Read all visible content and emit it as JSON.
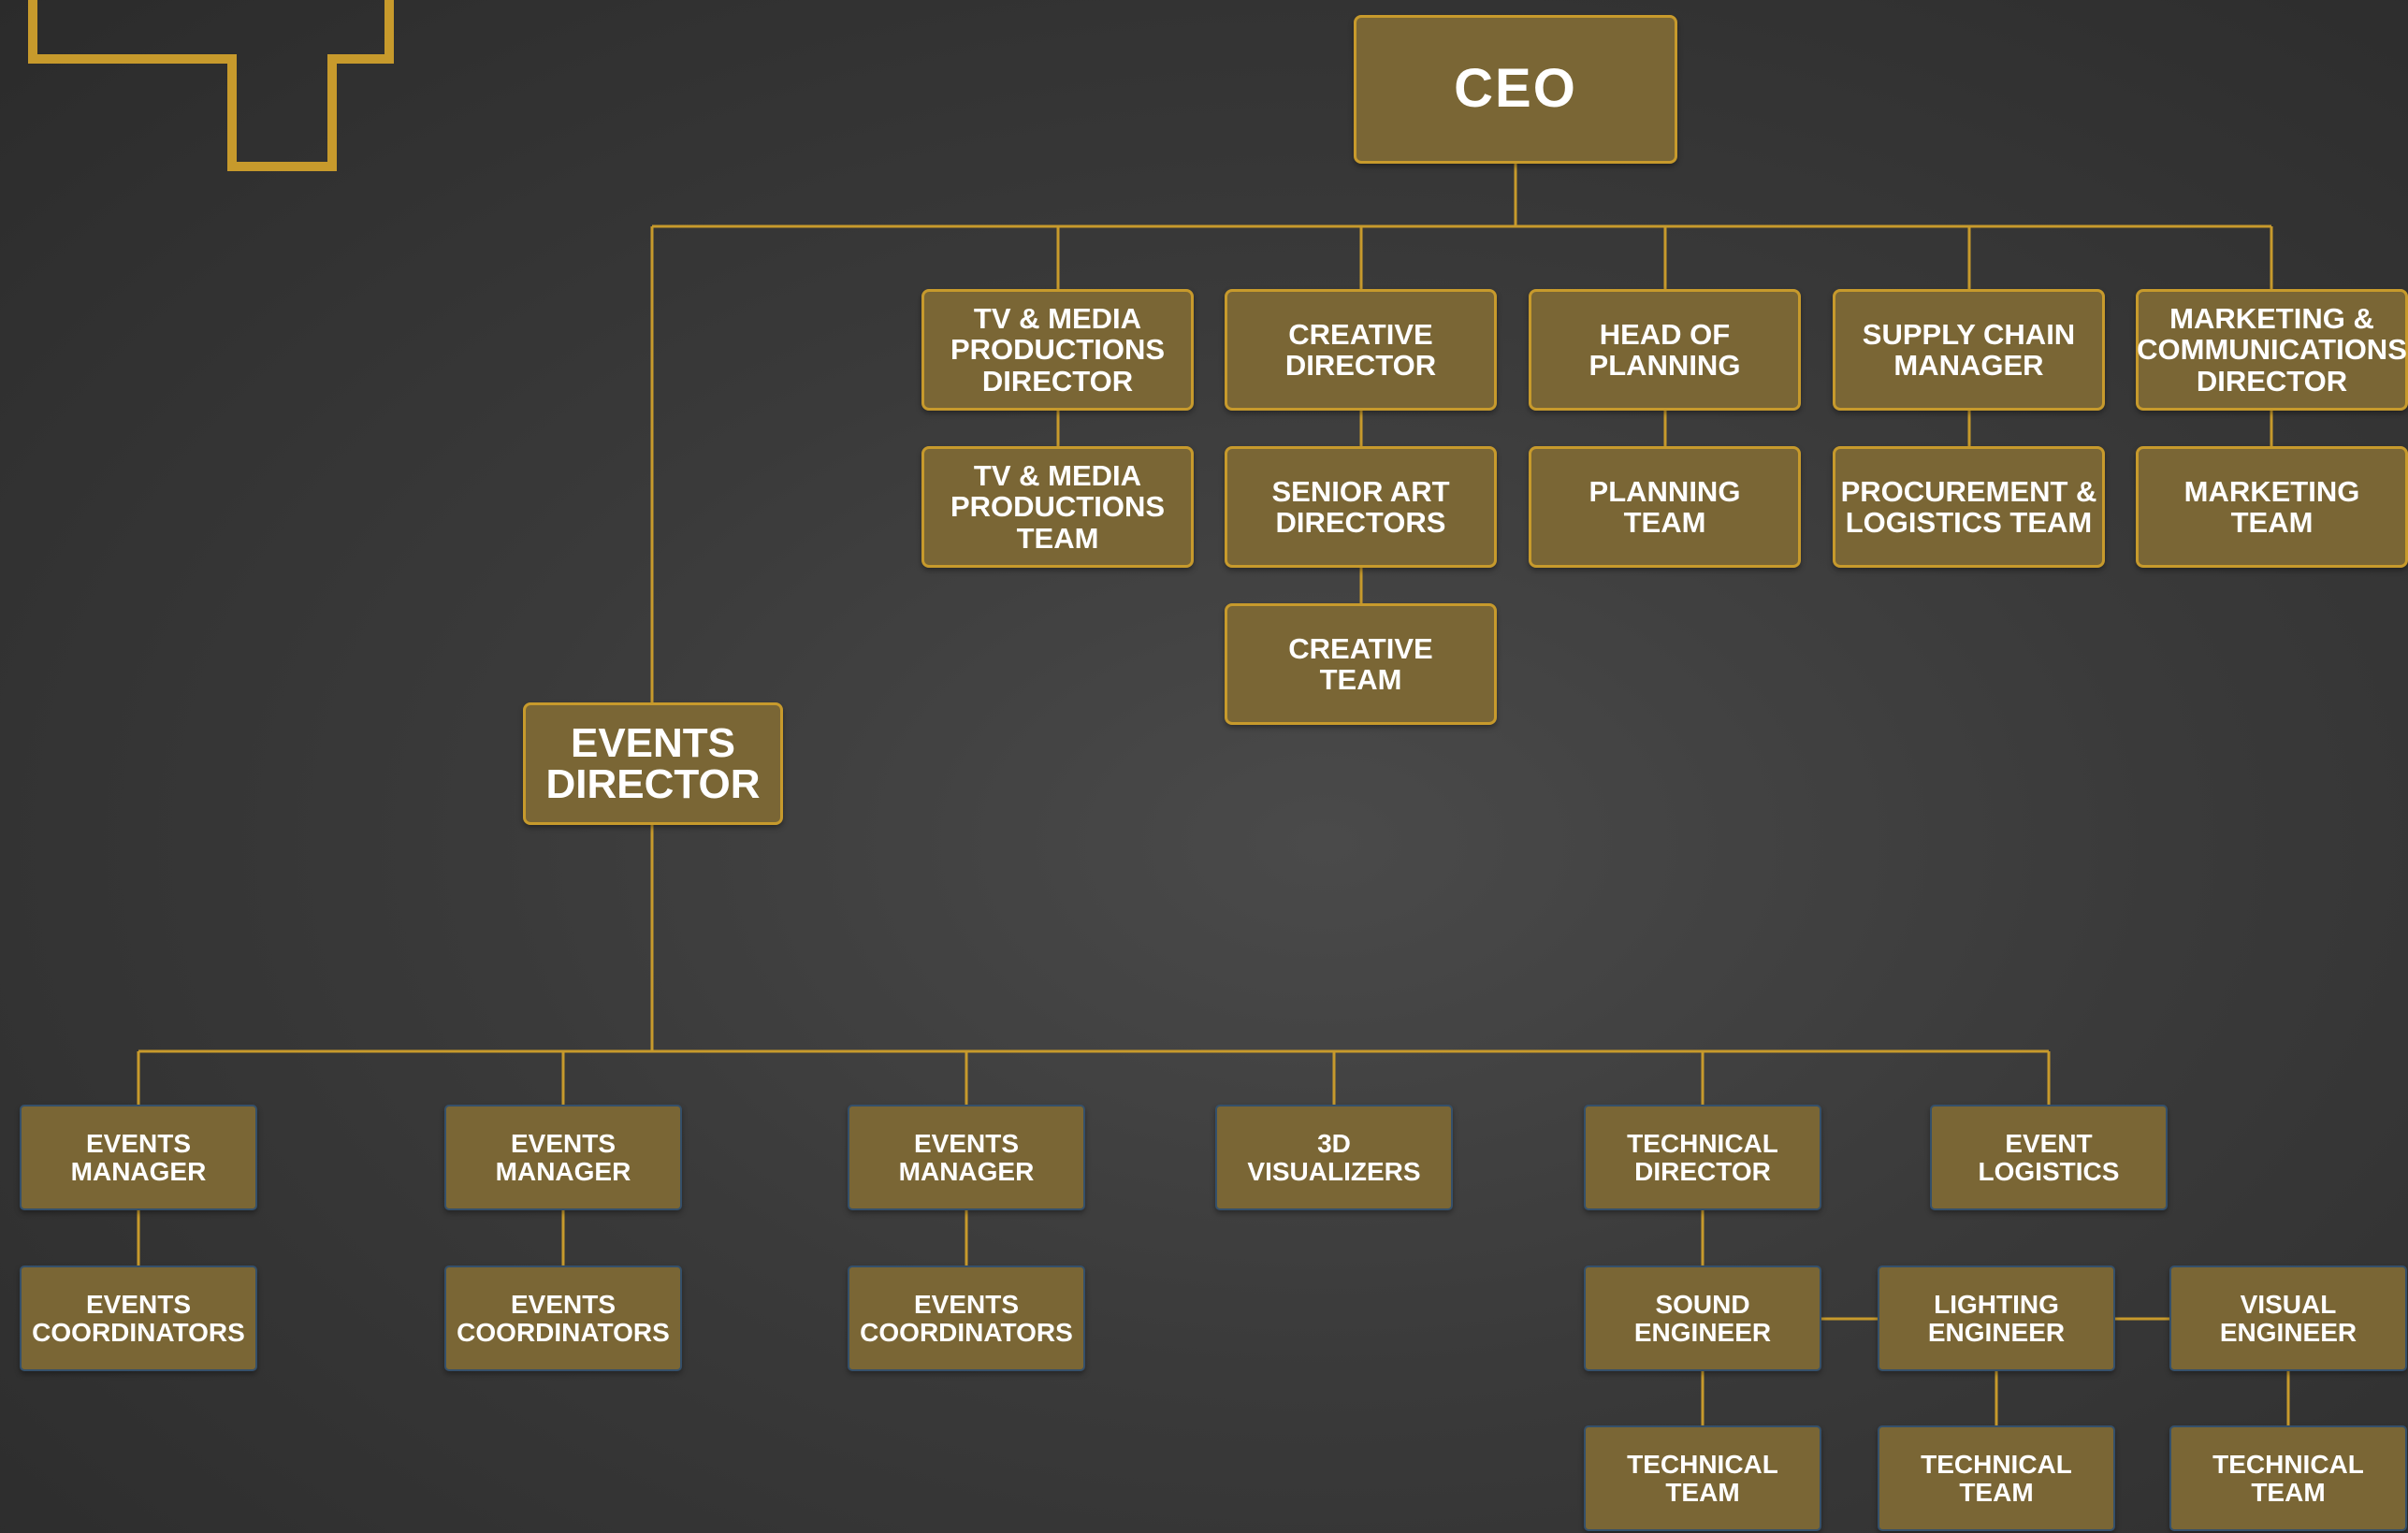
{
  "colors": {
    "accent": "#c79a2c",
    "box_fill": "#7a6635",
    "lower_box_border": "#35506a",
    "background": "#3a3a3a"
  },
  "logo": {
    "icon": "logo-outline-shape"
  },
  "ceo": "CEO",
  "directors": {
    "tv_media": "TV & MEDIA\nPRODUCTIONS\nDIRECTOR",
    "creative": "CREATIVE\nDIRECTOR",
    "planning": "HEAD OF\nPLANNING",
    "supply_chain": "SUPPLY CHAIN\nMANAGER",
    "marketing": "MARKETING &\nCOMMUNICATIONS\nDIRECTOR",
    "events": "EVENTS\nDIRECTOR"
  },
  "teams": {
    "tv_media": "TV & MEDIA\nPRODUCTIONS\nTEAM",
    "senior_art": "SENIOR ART\nDIRECTORS",
    "creative": "CREATIVE\nTEAM",
    "planning": "PLANNING\nTEAM",
    "procurement": "PROCUREMENT &\nLOGISTICS TEAM",
    "marketing": "MARKETING\nTEAM"
  },
  "events_division": {
    "managers": [
      "EVENTS\nMANAGER",
      "EVENTS\nMANAGER",
      "EVENTS\nMANAGER"
    ],
    "coordinators": [
      "EVENTS\nCOORDINATORS",
      "EVENTS\nCOORDINATORS",
      "EVENTS\nCOORDINATORS"
    ],
    "visualizers": "3D\nVISUALIZERS",
    "technical_director": "TECHNICAL\nDIRECTOR",
    "event_logistics": "EVENT\nLOGISTICS",
    "engineers": [
      "SOUND\nENGINEER",
      "LIGHTING\nENGINEER",
      "VISUAL\nENGINEER"
    ],
    "technical_teams": [
      "TECHNICAL\nTEAM",
      "TECHNICAL\nTEAM",
      "TECHNICAL\nTEAM"
    ]
  }
}
